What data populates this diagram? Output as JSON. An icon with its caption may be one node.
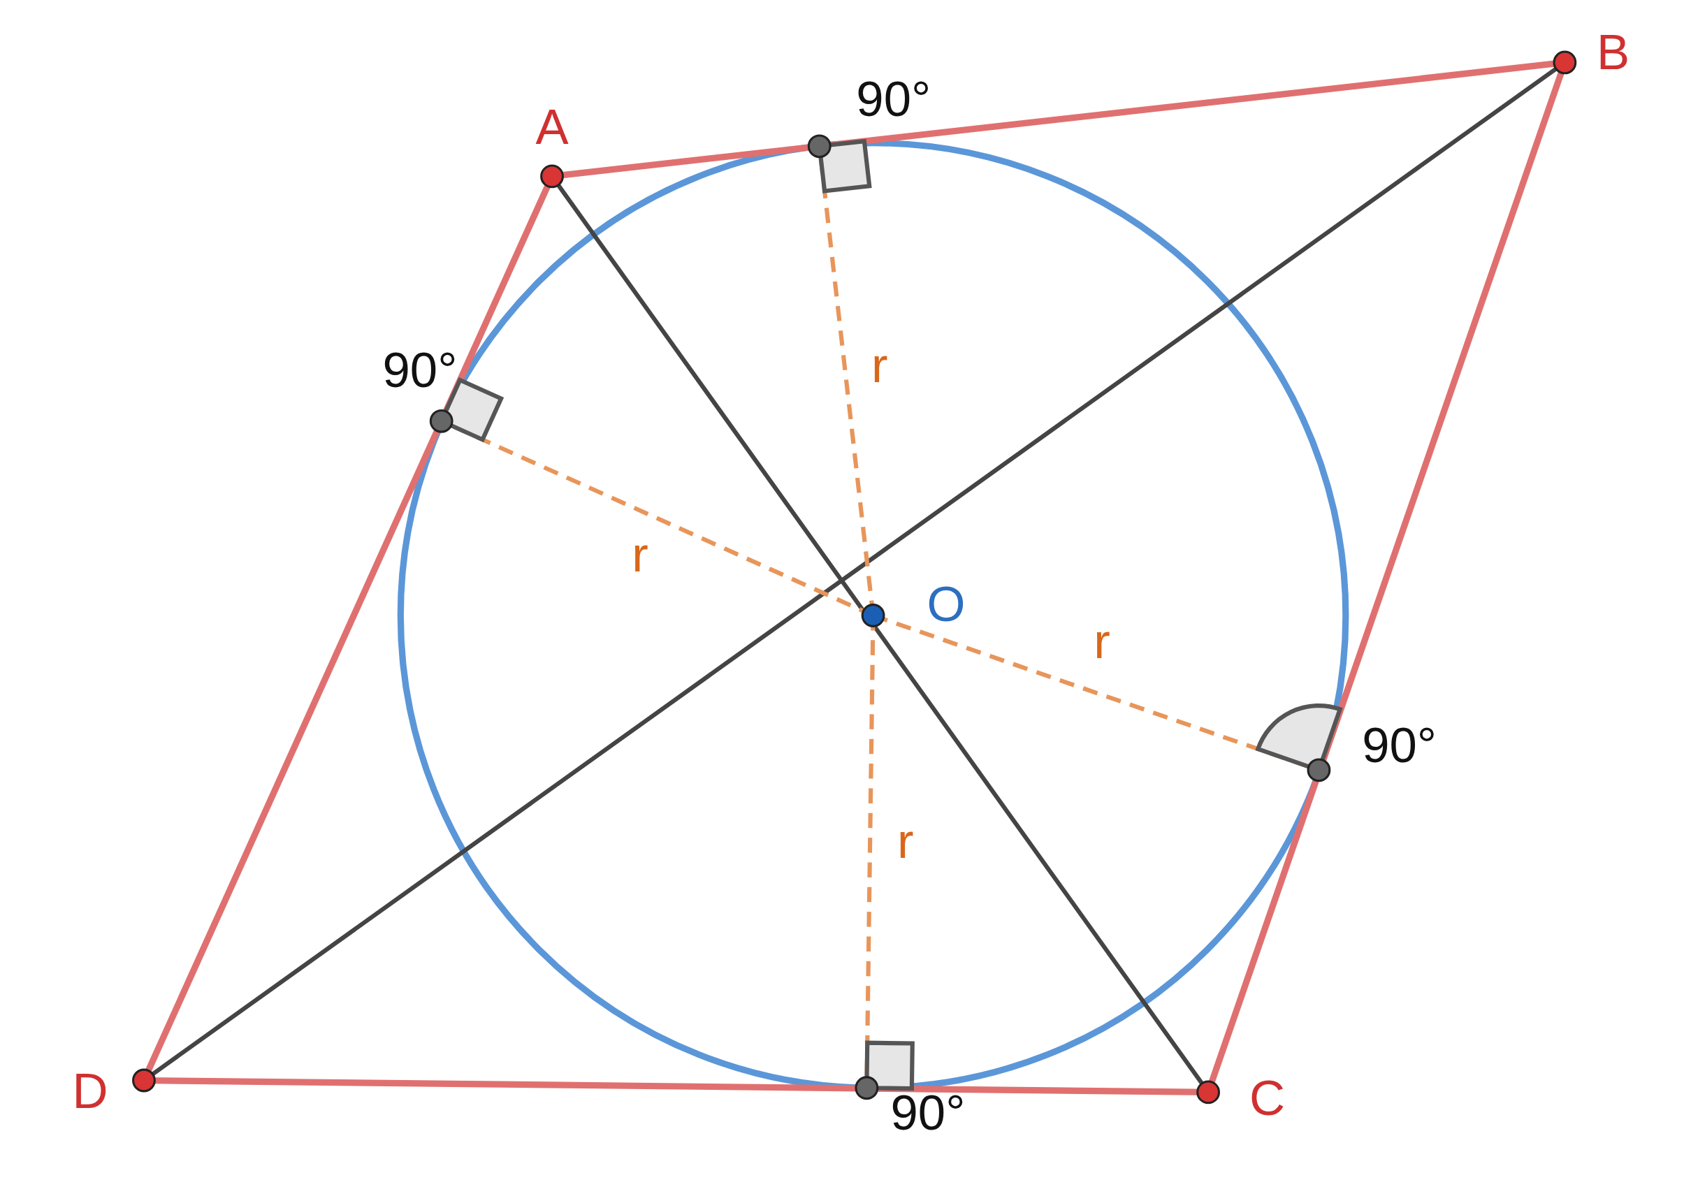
{
  "diagram": {
    "labels": [
      "B",
      "90°",
      "A",
      "r",
      "90°",
      "r",
      "O",
      "r",
      "90°",
      "r",
      "D",
      "C",
      "90°"
    ]
  }
}
